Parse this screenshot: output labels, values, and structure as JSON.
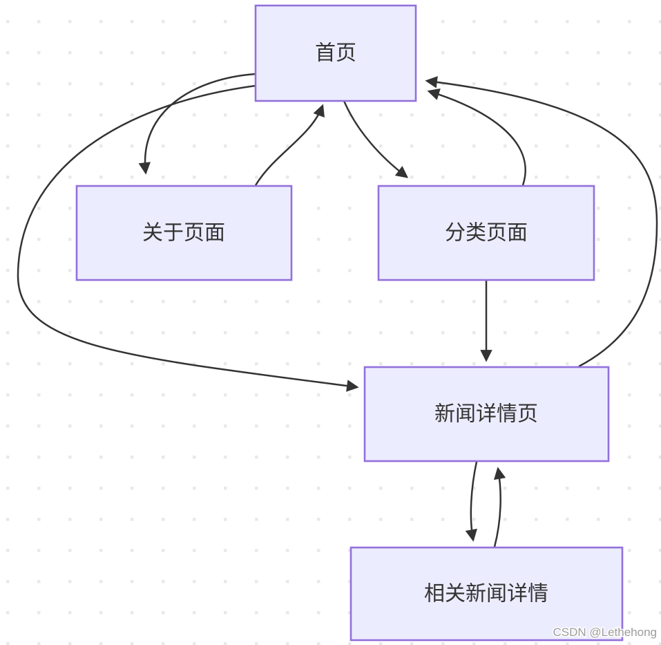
{
  "diagram": {
    "type": "flowchart",
    "direction": "top-down",
    "nodes": [
      {
        "id": "home",
        "label": "首页"
      },
      {
        "id": "about",
        "label": "关于页面"
      },
      {
        "id": "category",
        "label": "分类页面"
      },
      {
        "id": "news_detail",
        "label": "新闻详情页"
      },
      {
        "id": "related_news",
        "label": "相关新闻详情"
      }
    ],
    "edges": [
      {
        "from": "首页",
        "to": "关于页面"
      },
      {
        "from": "关于页面",
        "to": "首页"
      },
      {
        "from": "首页",
        "to": "分类页面"
      },
      {
        "from": "分类页面",
        "to": "首页"
      },
      {
        "from": "首页",
        "to": "新闻详情页"
      },
      {
        "from": "新闻详情页",
        "to": "首页"
      },
      {
        "from": "分类页面",
        "to": "新闻详情页"
      },
      {
        "from": "新闻详情页",
        "to": "相关新闻详情"
      },
      {
        "from": "相关新闻详情",
        "to": "新闻详情页"
      }
    ],
    "colors": {
      "node_fill": "#ECECFF",
      "node_border": "#9370DB",
      "edge": "#333333",
      "label_text": "#333333",
      "background_dot": "#e9e9e9",
      "watermark_text": "#9c9c9c"
    },
    "watermark": "CSDN @Lethehong"
  }
}
